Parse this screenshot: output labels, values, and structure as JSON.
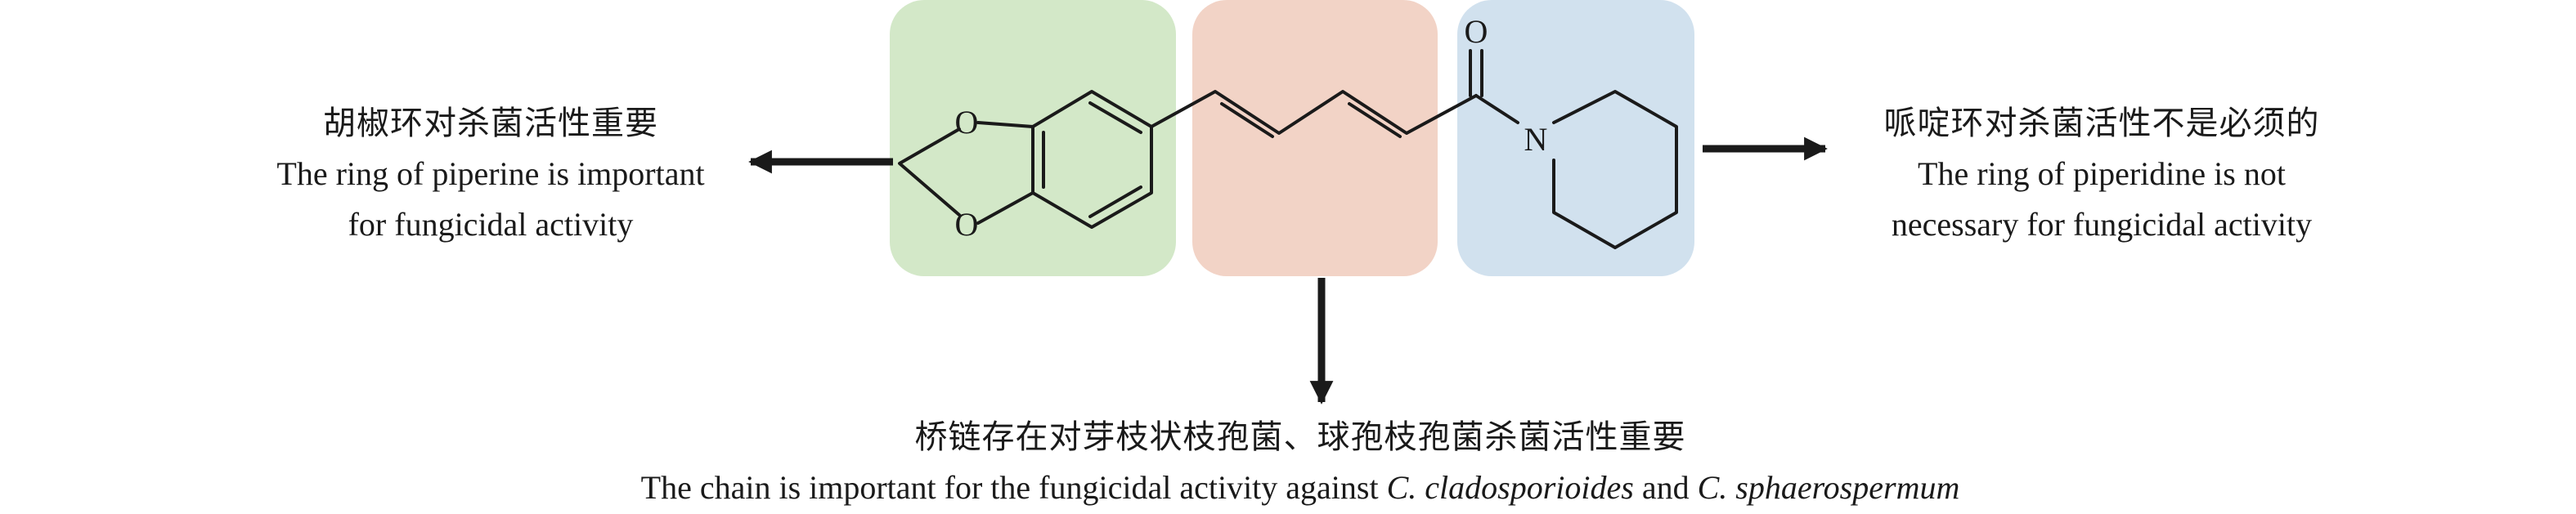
{
  "colors": {
    "piperine_ring_region": "#d3e8c8",
    "chain_region": "#f2d3c6",
    "piperidine_region": "#d1e1ee",
    "bond": "#1a1a1a"
  },
  "molecule": {
    "atoms": {
      "o1": "O",
      "o2": "O",
      "o_carbonyl": "O",
      "n": "N"
    }
  },
  "annotations": {
    "ring": {
      "zh": "胡椒环对杀菌活性重要",
      "en_line1": "The ring of piperine is important",
      "en_line2": "for fungicidal activity"
    },
    "piperidine": {
      "zh": "哌啶环对杀菌活性不是必须的",
      "en_line1": "The ring of piperidine is not",
      "en_line2": "necessary for fungicidal activity"
    },
    "chain": {
      "zh": "桥链存在对芽枝状枝孢菌、球孢枝孢菌杀菌活性重要",
      "en_prefix": "The chain is important for the fungicidal activity against ",
      "species1": "C. cladosporioides",
      "en_join": " and ",
      "species2": "C. sphaerospermum"
    }
  }
}
